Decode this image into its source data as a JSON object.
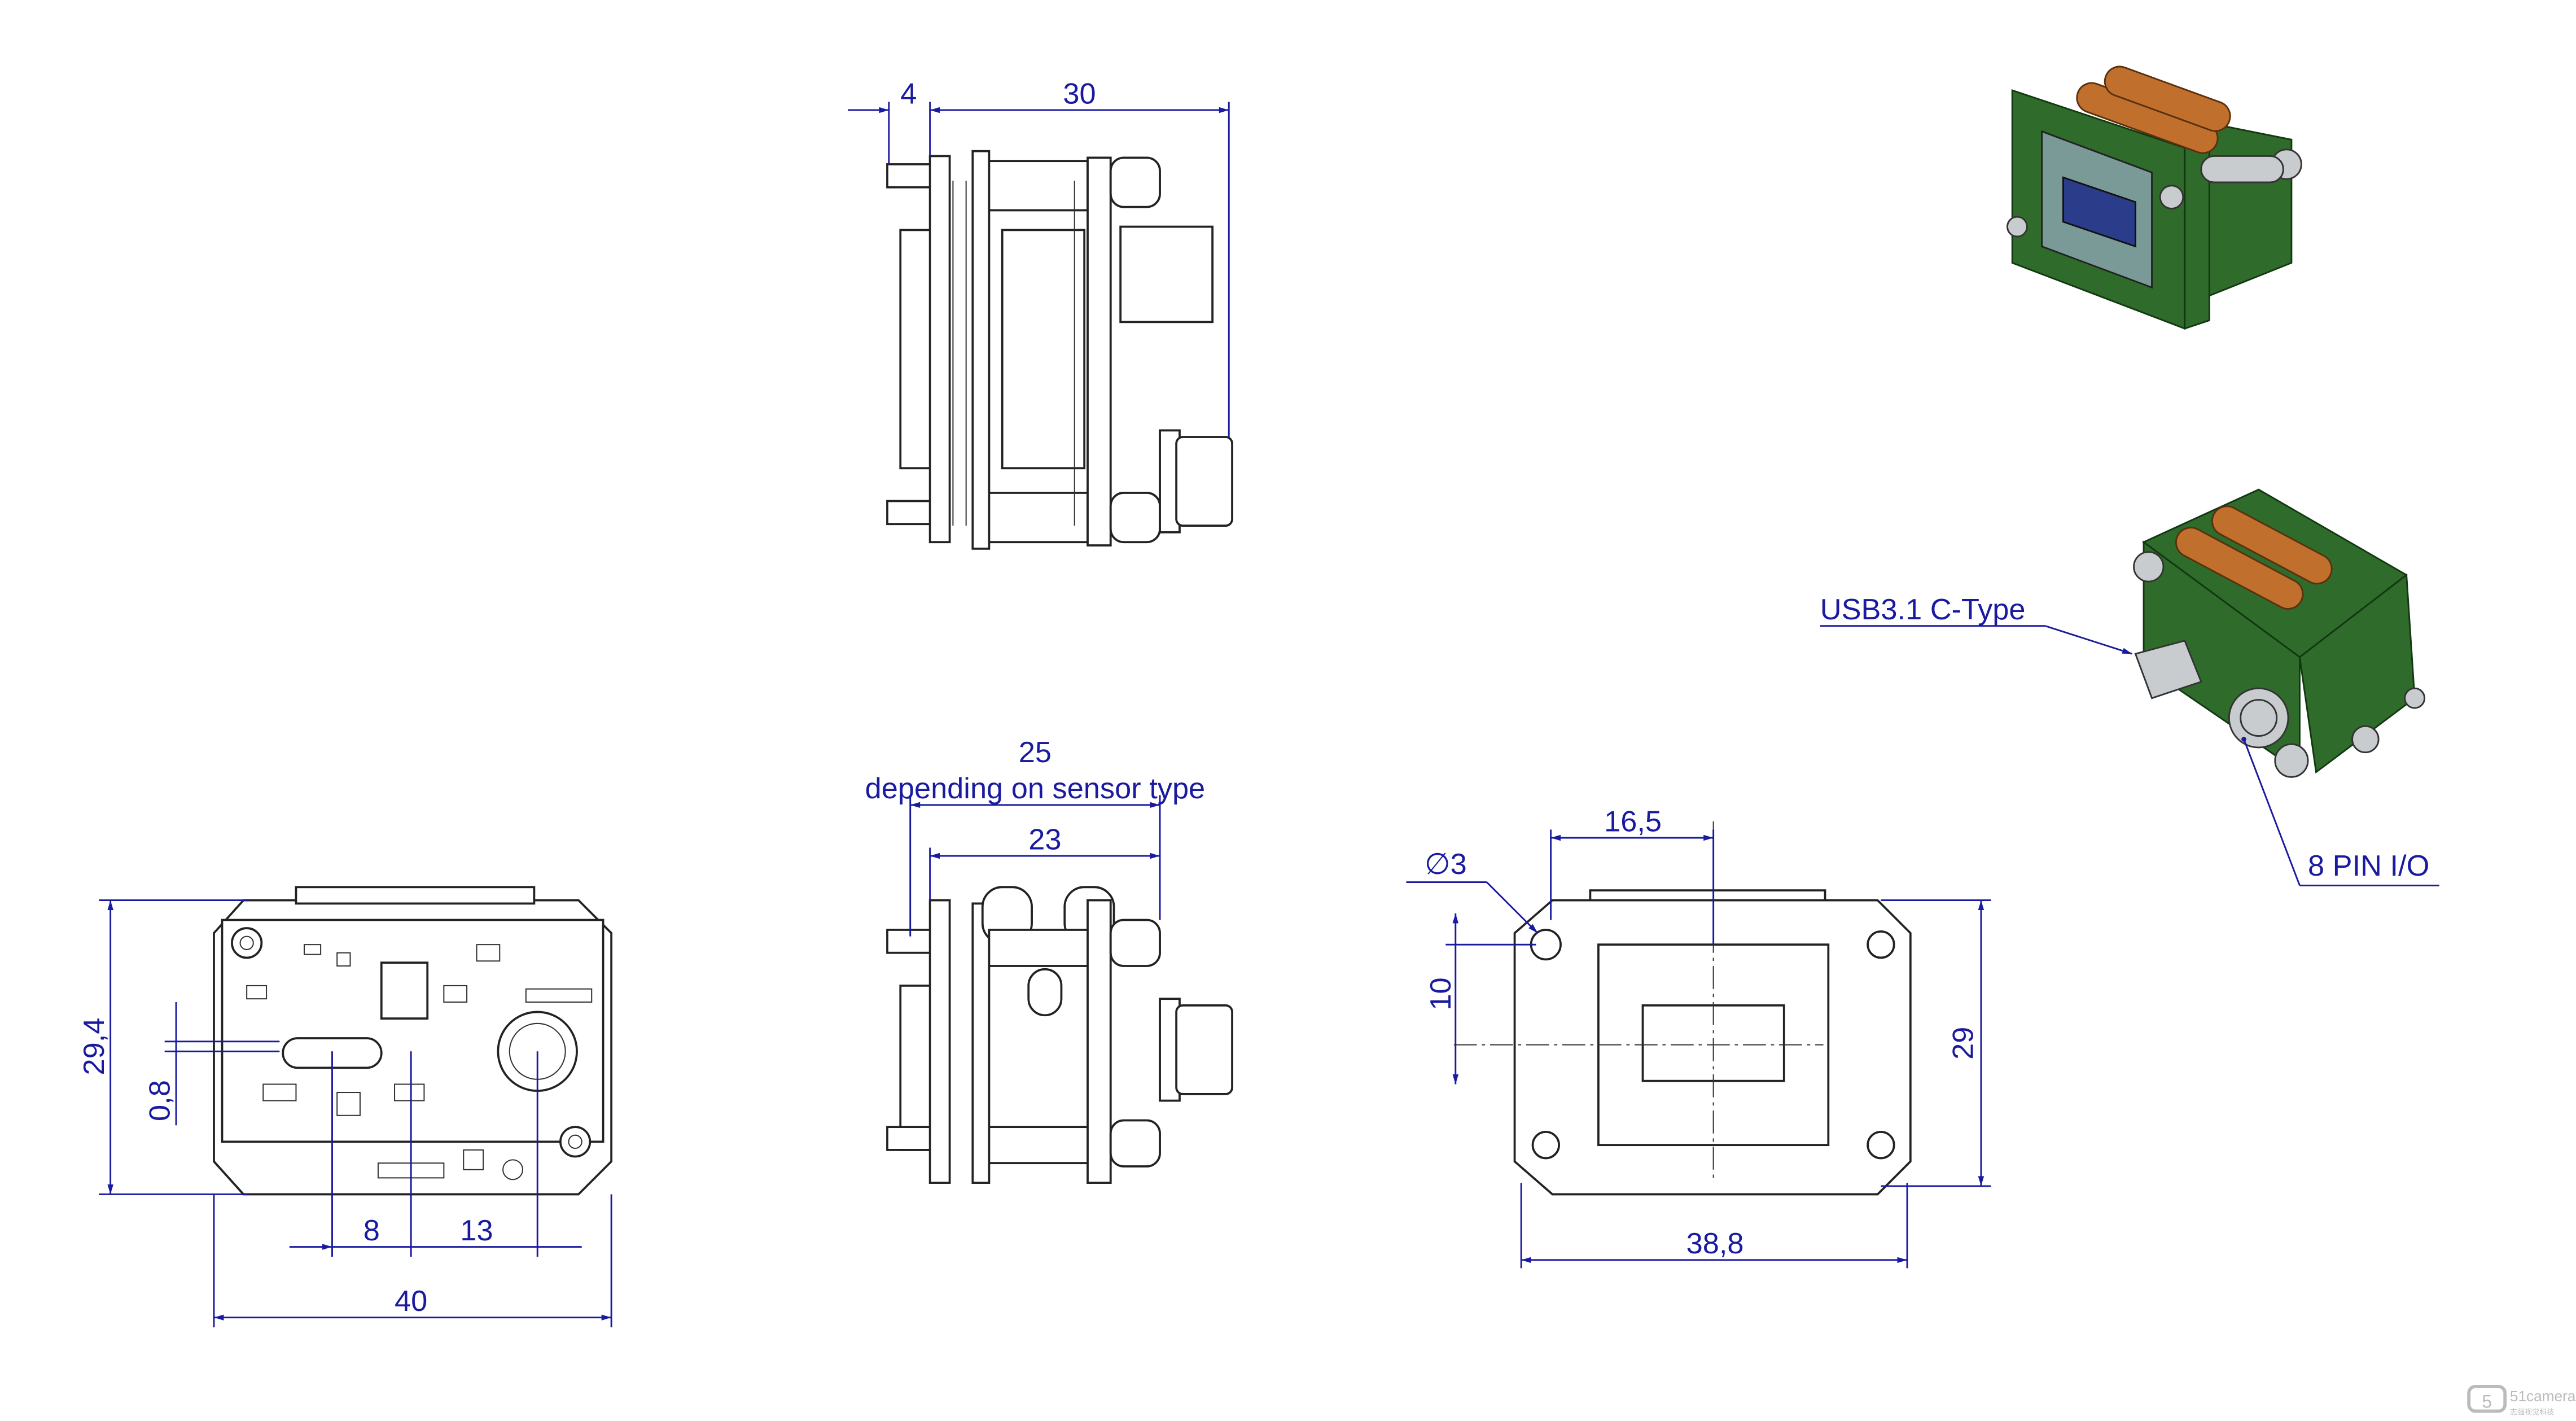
{
  "front_view": {
    "dim_height": "29,4",
    "dim_offset": "0,8",
    "dim_left": "8",
    "dim_right": "13",
    "dim_width": "40"
  },
  "side_view_top": {
    "dim_front": "4",
    "dim_depth": "30"
  },
  "side_view_middle": {
    "dim_total": "25",
    "dim_note": "depending on sensor type",
    "dim_inner": "23"
  },
  "back_view": {
    "dim_sensor_width": "16,5",
    "dim_hole": "∅3",
    "dim_sensor_offset": "10",
    "dim_height": "29",
    "dim_width": "38,8"
  },
  "callouts": {
    "usb": "USB3.1 C-Type",
    "io": "8 PIN I/O"
  },
  "watermark": {
    "brand": "51camera",
    "subtitle": "志强视觉科技"
  },
  "colors": {
    "dimension": "#1a1aa0",
    "pcb": "#2f6b2a",
    "capacitor": "#c0702c"
  }
}
